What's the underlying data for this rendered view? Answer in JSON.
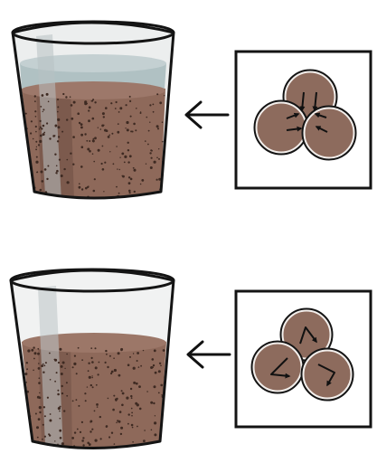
{
  "colors": {
    "outline": "#141414",
    "glass_tint": "#d9dcdd",
    "glass_highlight": "#b9c0c2",
    "water": "#a9b9bd",
    "sediment": "#8e695a",
    "sediment_dark": "#6b4c41",
    "speckle": "#3e2a22",
    "particle": "#8d6b5d",
    "particle_rim": "#f4f1ee",
    "arrow": "#111111",
    "background": "#ffffff"
  },
  "panels": [
    {
      "label": "",
      "state": "settled-with-water-layer",
      "has_water_layer": true,
      "force_arrows": "inward"
    },
    {
      "label": "",
      "state": "dispersed-no-water-layer",
      "has_water_layer": false,
      "force_arrows": "circulating"
    }
  ]
}
